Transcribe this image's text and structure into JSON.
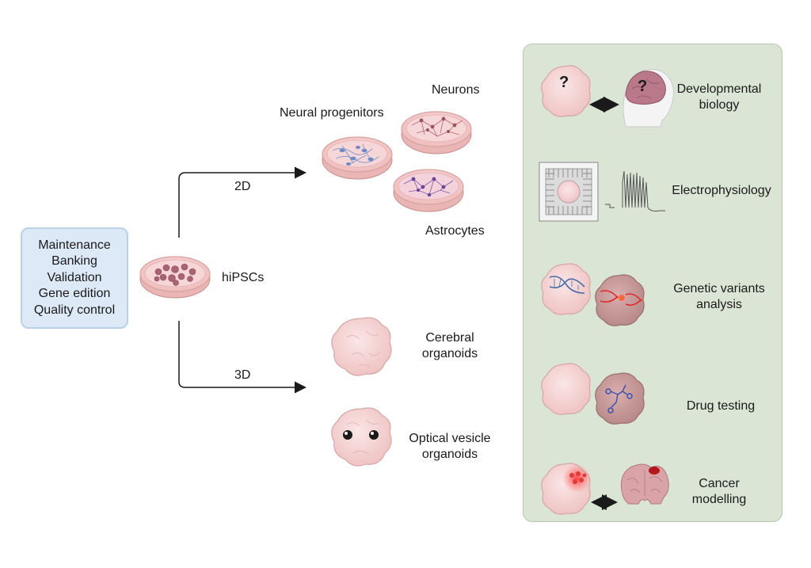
{
  "culture_box": {
    "lines": [
      "Maintenance",
      "Banking",
      "Validation",
      "Gene edition",
      "Quality control"
    ]
  },
  "source": {
    "label": "hiPSCs"
  },
  "branches": {
    "two_d": "2D",
    "three_d": "3D"
  },
  "two_d_products": {
    "neural_progenitors": "Neural progenitors",
    "neurons": "Neurons",
    "astrocytes": "Astrocytes"
  },
  "three_d_products": {
    "cerebral": [
      "Cerebral",
      "organoids"
    ],
    "optical": [
      "Optical vesicle",
      "organoids"
    ]
  },
  "applications": [
    {
      "lines": [
        "Developmental",
        "biology"
      ],
      "icon": "organoid-vs-infant-brain-icon"
    },
    {
      "lines": [
        "Electrophysiology"
      ],
      "icon": "microelectrode-array-icon"
    },
    {
      "lines": [
        "Genetic variants",
        "analysis"
      ],
      "icon": "dna-organoid-icon"
    },
    {
      "lines": [
        "Drug testing"
      ],
      "icon": "drug-molecule-organoid-icon"
    },
    {
      "lines": [
        "Cancer",
        "modelling"
      ],
      "icon": "tumor-organoid-brain-icon"
    }
  ],
  "colors": {
    "culture_box_fill": "#dde9f7",
    "panel_fill": "#dae5d5",
    "organoid_fill": "#f6d3d3",
    "dish_fill": "#f2c9c9",
    "arrow": "#1a1a1a"
  }
}
